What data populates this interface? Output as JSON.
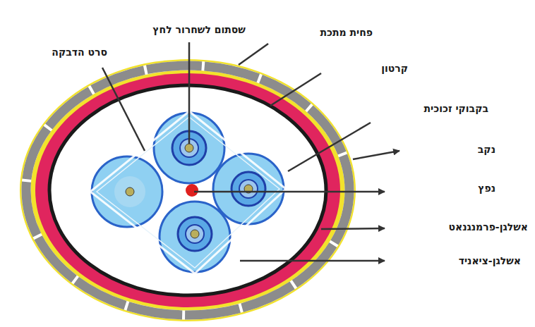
{
  "diagram": {
    "labels": [
      "שסתום לשחרור לחץ",
      "פחית מתכת",
      "סרט הדבקה",
      "קרטון",
      "בקבוקי זכוכית",
      "נקב",
      "נפץ",
      "אשלגן-פרמנגנאט",
      "אשלגן-ציאניד"
    ]
  }
}
